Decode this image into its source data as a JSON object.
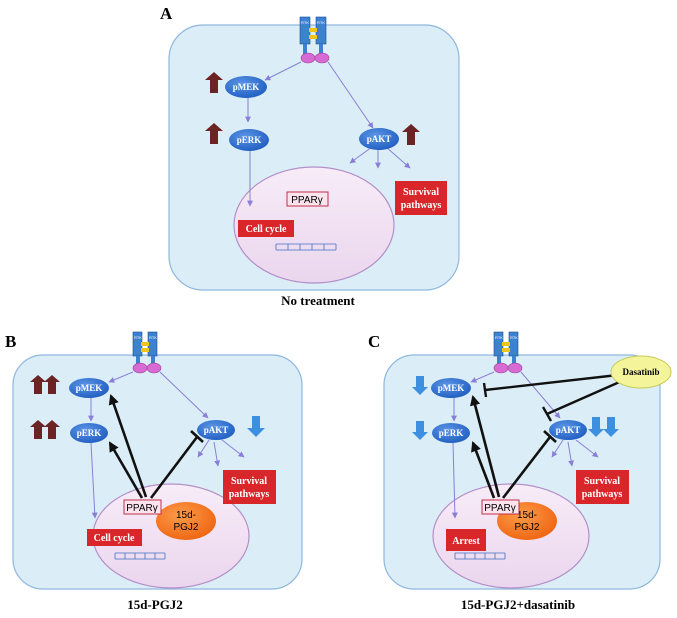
{
  "colors": {
    "cell_fill": "#dbeef7",
    "cell_stroke": "#8fb7de",
    "nucleus_fill": "#f3e3f3",
    "nucleus_stroke": "#b48fc8",
    "protein_fill": "#2e6fd0",
    "up_arrow": "#6b2323",
    "down_arrow": "#3d8fe0",
    "red_box": "#d9262b",
    "pgj2_fill": "#f5711f",
    "dasatinib_fill": "#f4f59a",
    "pathway_line": "#8a7fd6"
  },
  "panels": {
    "a": {
      "label": "A",
      "caption": "No treatment",
      "pmek": "pMEK",
      "perk": "pERK",
      "pakt": "pAKT",
      "ppar": "PPARγ",
      "cell_cycle": "Cell cycle",
      "survival_line1": "Survival",
      "survival_line2": "pathways",
      "rtk": [
        "RTK",
        "RTK"
      ]
    },
    "b": {
      "label": "B",
      "caption": "15d-PGJ2",
      "pmek": "pMEK",
      "perk": "pERK",
      "pakt": "pAKT",
      "ppar": "PPARγ",
      "pgj2_line1": "15d-",
      "pgj2_line2": "PGJ2",
      "cell_cycle": "Cell cycle",
      "survival_line1": "Survival",
      "survival_line2": "pathways",
      "rtk": [
        "RTK",
        "RTK"
      ]
    },
    "c": {
      "label": "C",
      "caption": "15d-PGJ2+dasatinib",
      "pmek": "pMEK",
      "perk": "pERK",
      "pakt": "pAKT",
      "ppar": "PPARγ",
      "pgj2_line1": "15d-",
      "pgj2_line2": "PGJ2",
      "arrest": "Arrest",
      "survival_line1": "Survival",
      "survival_line2": "pathways",
      "dasatinib": "Dasatinib",
      "rtk": [
        "RTK",
        "RTK"
      ]
    }
  }
}
